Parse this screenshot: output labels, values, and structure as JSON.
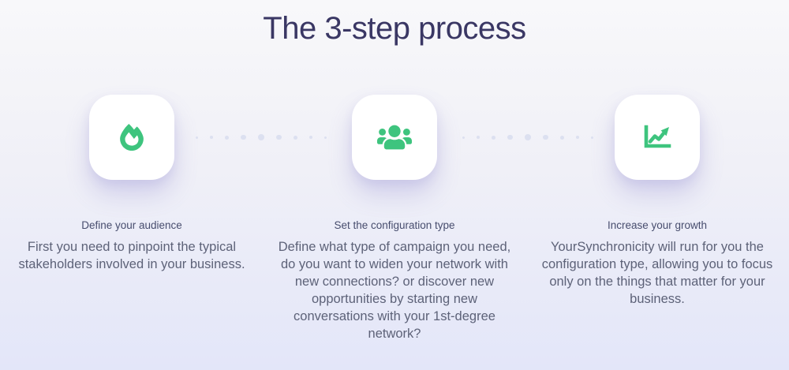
{
  "section": {
    "title": "The 3-step process"
  },
  "colors": {
    "accent_green": "#3ec47e",
    "title_text": "#3a3764",
    "heading_text": "#474d6e",
    "body_text": "#5d6278",
    "card_background": "#ffffff",
    "background_top": "#f8f8fa",
    "background_bottom": "#e3e6f9",
    "connector_dot": "#dce0f0"
  },
  "steps": [
    {
      "icon": "flame-icon",
      "heading": "Define your audience",
      "body": "First you need to pinpoint the typical stakeholders involved in your business."
    },
    {
      "icon": "users-icon",
      "heading": "Set the configuration type",
      "body": "Define what type of campaign you need, do you want to widen your network with new connections? or discover new opportunities by starting new conversations with your 1st-degree network?"
    },
    {
      "icon": "chart-growth-icon",
      "heading": "Increase your growth",
      "body": "YourSynchronicity will run for you the configuration type, allowing you to focus only on the things that matter for your business."
    }
  ]
}
